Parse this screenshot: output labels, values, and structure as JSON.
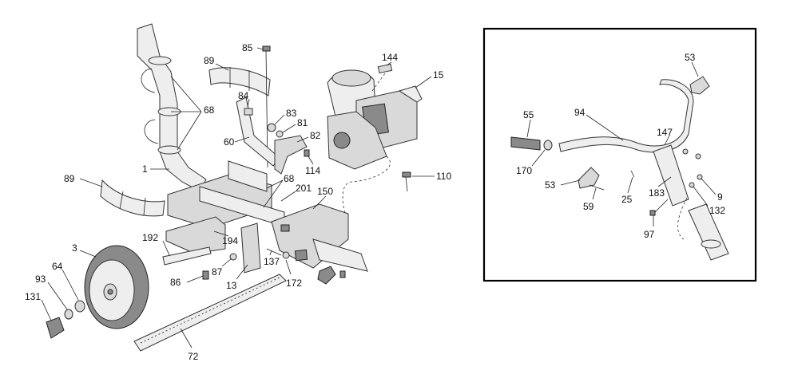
{
  "main_callouts": [
    "85",
    "144",
    "15",
    "89",
    "84",
    "83",
    "81",
    "68",
    "60",
    "82",
    "1",
    "114",
    "110",
    "89",
    "68",
    "201",
    "150",
    "192",
    "194",
    "3",
    "64",
    "137",
    "93",
    "87",
    "172",
    "86",
    "13",
    "131",
    "72"
  ],
  "inset_callouts": [
    "53",
    "55",
    "94",
    "147",
    "170",
    "53",
    "25",
    "183",
    "9",
    "132",
    "59",
    "97"
  ],
  "colors": {
    "line": "#222222",
    "fill": "#d9d9d9",
    "frame": "#000000"
  }
}
